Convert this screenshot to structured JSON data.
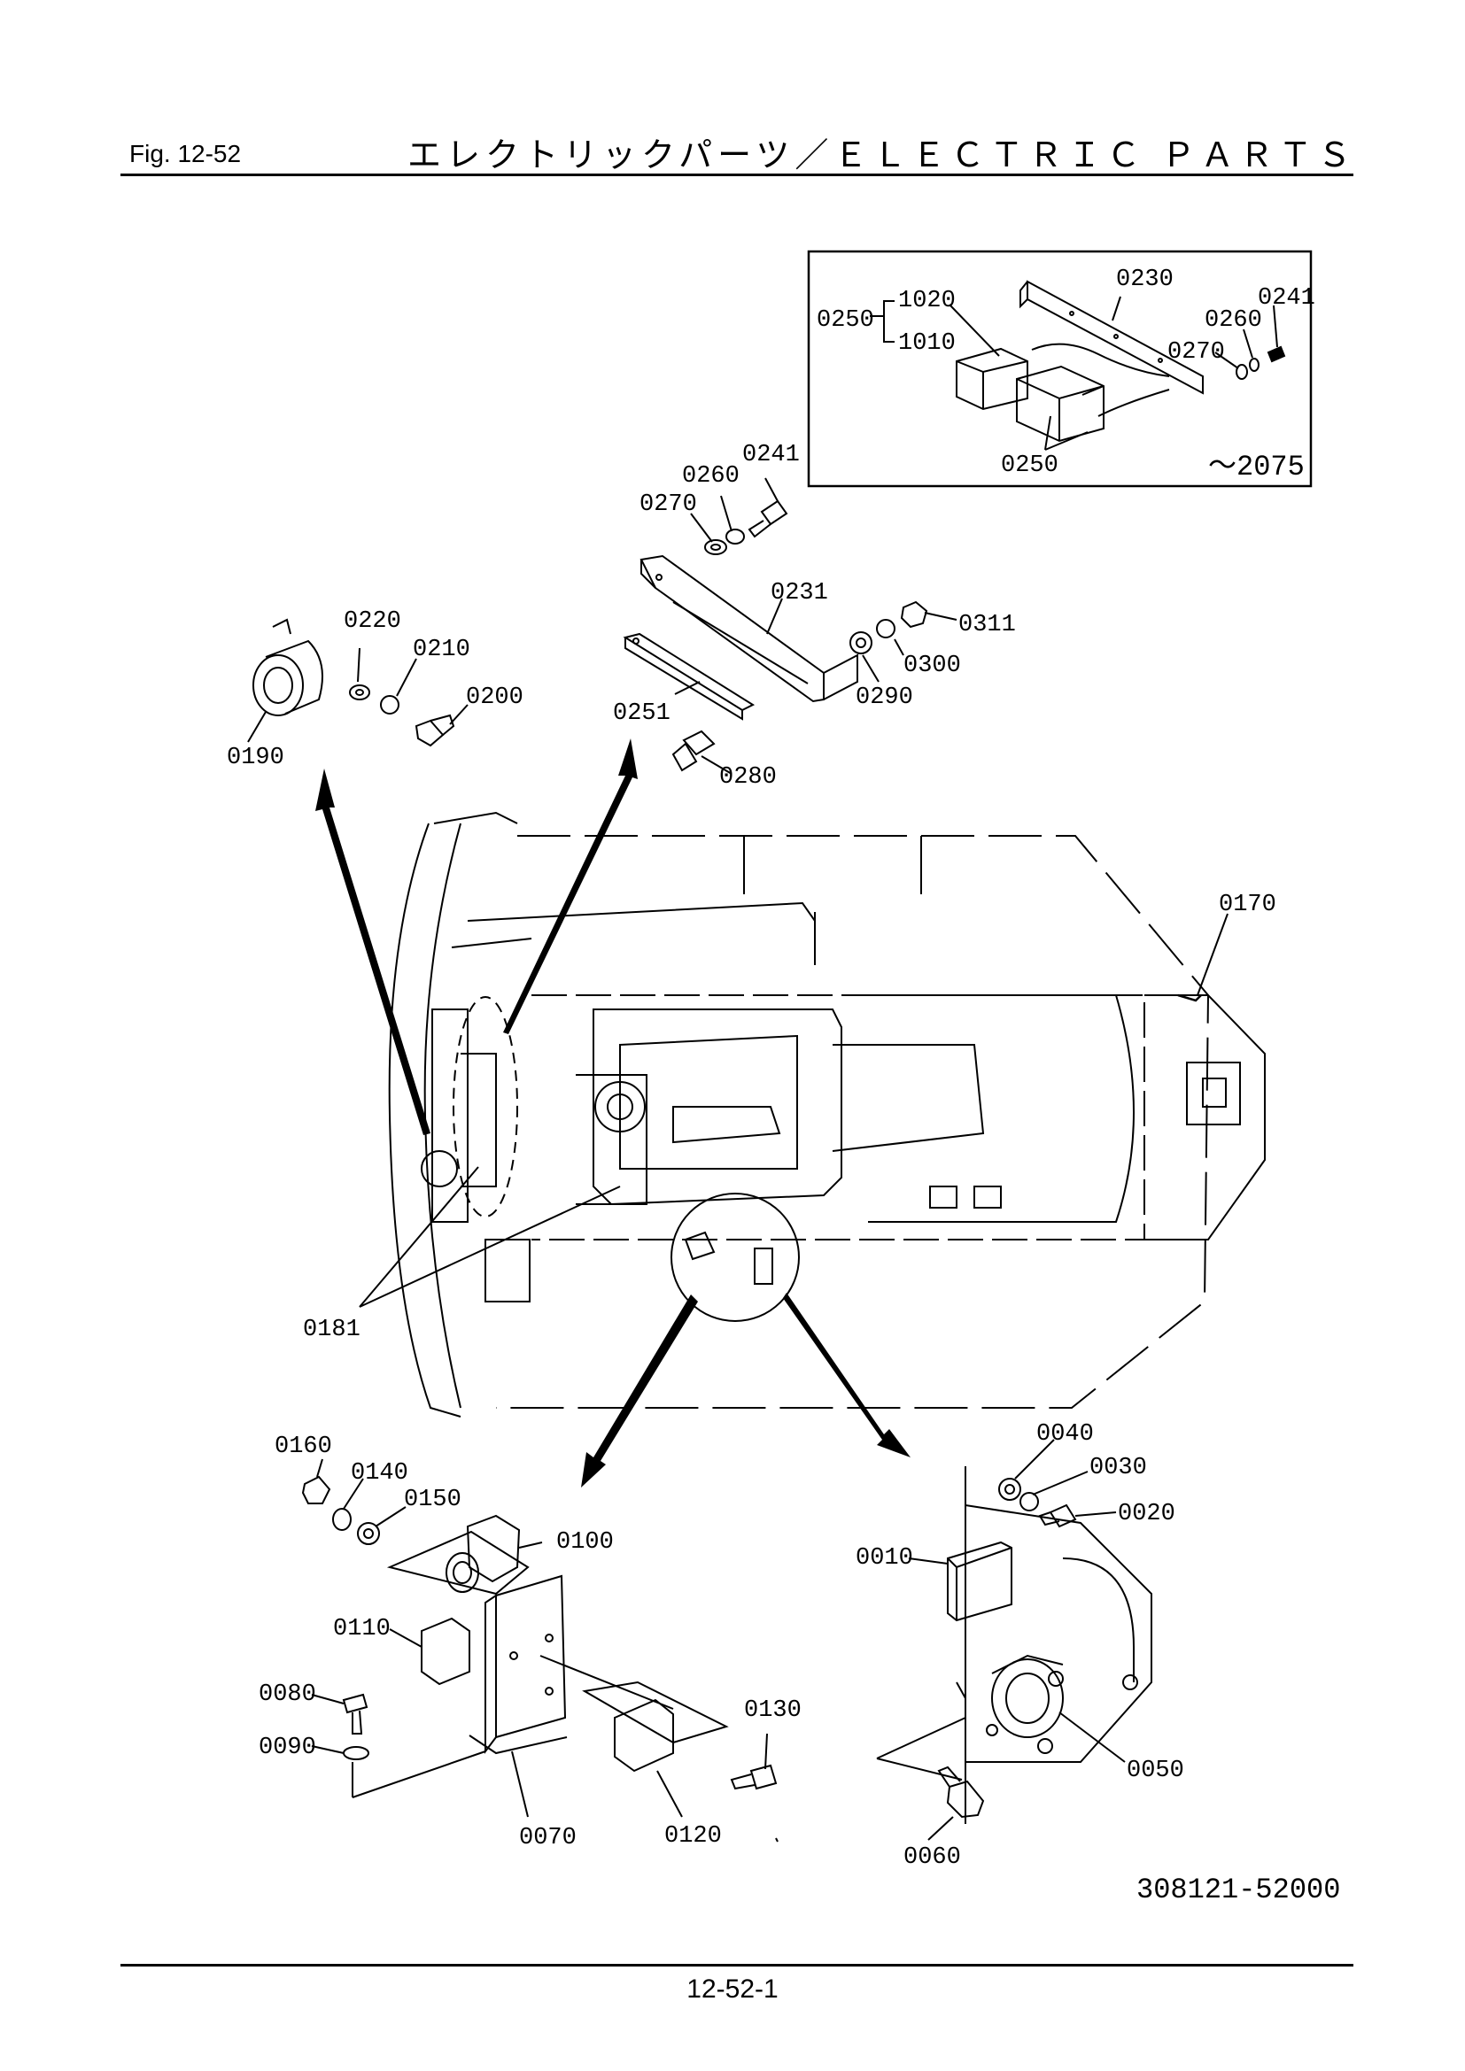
{
  "header": {
    "fig": "Fig.  12-52",
    "title": "エレクトリックパーツ／ＥＬＥＣＴＲＩＣ ＰＡＲＴＳ"
  },
  "inset": {
    "group_label": "0250",
    "sub_top": "1020",
    "sub_bottom": "1010",
    "serial_range": "～2075"
  },
  "labels": {
    "p0230": "0230",
    "p0241a": "0241",
    "p0260a": "0260",
    "p0270a": "0270",
    "p0250b": "0250",
    "p0241": "0241",
    "p0260": "0260",
    "p0270": "0270",
    "p0231": "0231",
    "p0311": "0311",
    "p0300": "0300",
    "p0290": "0290",
    "p0251": "0251",
    "p0280": "0280",
    "p0220": "0220",
    "p0210": "0210",
    "p0200": "0200",
    "p0190": "0190",
    "p0170": "0170",
    "p0181": "0181",
    "p0160": "0160",
    "p0140": "0140",
    "p0150": "0150",
    "p0100": "0100",
    "p0110": "0110",
    "p0080": "0080",
    "p0090": "0090",
    "p0070": "0070",
    "p0120": "0120",
    "p0130": "0130",
    "p0040": "0040",
    "p0030": "0030",
    "p0020": "0020",
    "p0010": "0010",
    "p0050": "0050",
    "p0060": "0060"
  },
  "footer": {
    "drawing_number": "308121-52000",
    "page_number": "12-52-1"
  }
}
